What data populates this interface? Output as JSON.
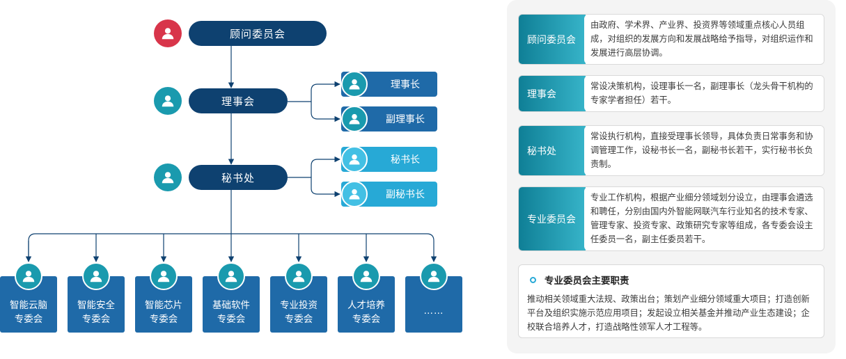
{
  "top": {
    "advisory": "顾问委员会",
    "council": "理事会",
    "secretariat": "秘书处"
  },
  "roles": {
    "chairman": "理事长",
    "vice_chairman": "副理事长",
    "secretary_general": "秘书长",
    "deputy_secretary_general": "副秘书长"
  },
  "committees": [
    {
      "line1": "智能云脑",
      "line2": "专委会"
    },
    {
      "line1": "智能安全",
      "line2": "专委会"
    },
    {
      "line1": "智能芯片",
      "line2": "专委会"
    },
    {
      "line1": "基础软件",
      "line2": "专委会"
    },
    {
      "line1": "专业投资",
      "line2": "专委会"
    },
    {
      "line1": "人才培养",
      "line2": "专委会"
    },
    {
      "line1": "……",
      "line2": ""
    }
  ],
  "panel": {
    "rows": [
      {
        "tag": "顾问委员会",
        "desc": "由政府、学术界、产业界、投资界等领域重点核心人员组成，对组织的发展方向和发展战略给予指导，对组织运作和发展进行高层协调。"
      },
      {
        "tag": "理事会",
        "desc": "常设决策机构，设理事长一名，副理事长（龙头骨干机构的专家学者担任）若干。"
      },
      {
        "tag": "秘书处",
        "desc": "常设执行机构，直接受理事长领导，具体负责日常事务和协调管理工作，设秘书长一名，副秘书长若干，实行秘书长负责制。"
      },
      {
        "tag": "专业委员会",
        "desc": "专业工作机构，根据产业细分领域划分设立，由理事会遴选和聘任，分别由国内外智能网联汽车行业知名的技术专家、管理专家、投资专家、政策研究专家等组成，各专委会设主任委员一名，副主任委员若干。"
      }
    ],
    "duty_title": "专业委员会主要职责",
    "duty_body": "推动相关领域重大法规、政策出台；策划产业细分领域重大项目；打造创新平台及组织实施示范应用项目；发起设立相关基金并推动产业生态建设；企校联合培养人才，打造战略性领军人才工程等。"
  },
  "colors": {
    "navy": "#0e4170",
    "blue": "#1f6aa8",
    "light_blue": "#27a9d6",
    "teal": "#1a9aae",
    "red": "#d8354a"
  },
  "icons": {
    "person": "person-icon",
    "ring": "ring-icon"
  }
}
